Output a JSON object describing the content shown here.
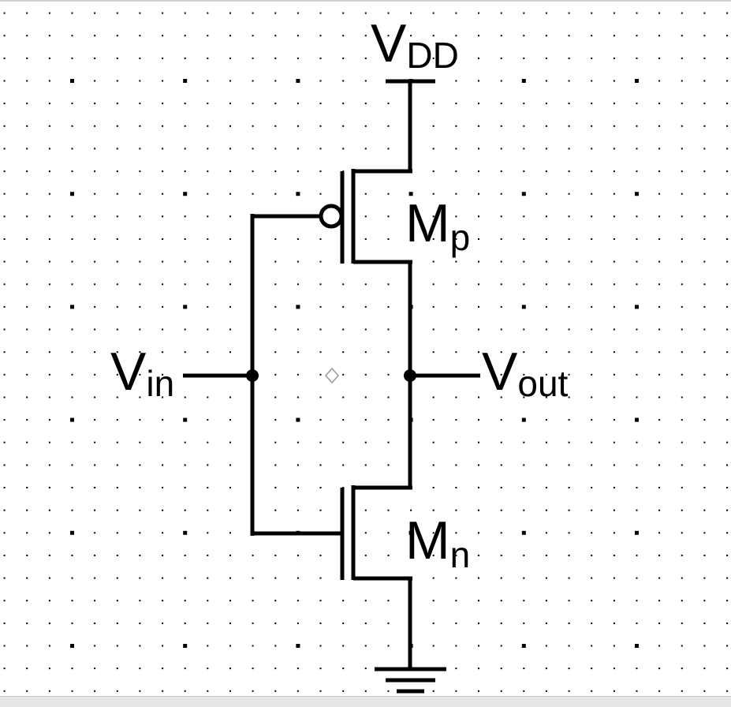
{
  "labels": {
    "vdd": {
      "main": "V",
      "sub": "DD"
    },
    "vin": {
      "main": "V",
      "sub": "in"
    },
    "vout": {
      "main": "V",
      "sub": "out"
    },
    "mp": {
      "main": "M",
      "sub": "p"
    },
    "mn": {
      "main": "M",
      "sub": "n"
    }
  },
  "colors": {
    "wire": "#000000",
    "grid_dot": "#000000",
    "background": "#ffffff",
    "origin_marker": "#999999"
  }
}
